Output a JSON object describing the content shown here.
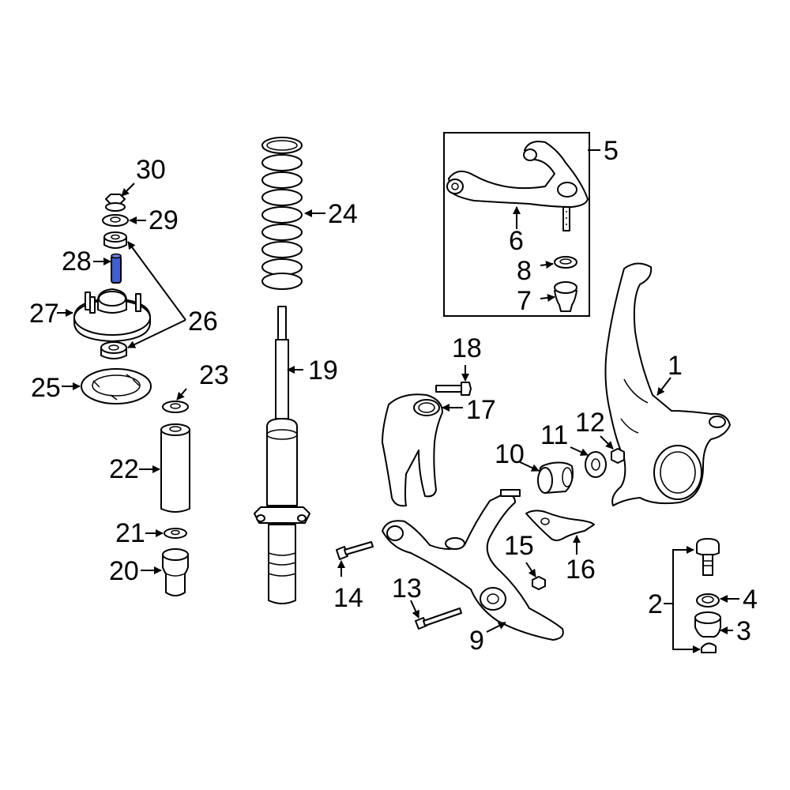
{
  "diagram": {
    "highlight_color": "#3f5fd0",
    "highlighted_callout": "28",
    "callouts": {
      "c1": "1",
      "c2": "2",
      "c3": "3",
      "c4": "4",
      "c5": "5",
      "c6": "6",
      "c7": "7",
      "c8": "8",
      "c9": "9",
      "c10": "10",
      "c11": "11",
      "c12": "12",
      "c13": "13",
      "c14": "14",
      "c15": "15",
      "c16": "16",
      "c17": "17",
      "c18": "18",
      "c19": "19",
      "c20": "20",
      "c21": "21",
      "c22": "22",
      "c23": "23",
      "c24": "24",
      "c25": "25",
      "c26": "26",
      "c27": "27",
      "c28": "28",
      "c29": "29",
      "c30": "30"
    }
  }
}
